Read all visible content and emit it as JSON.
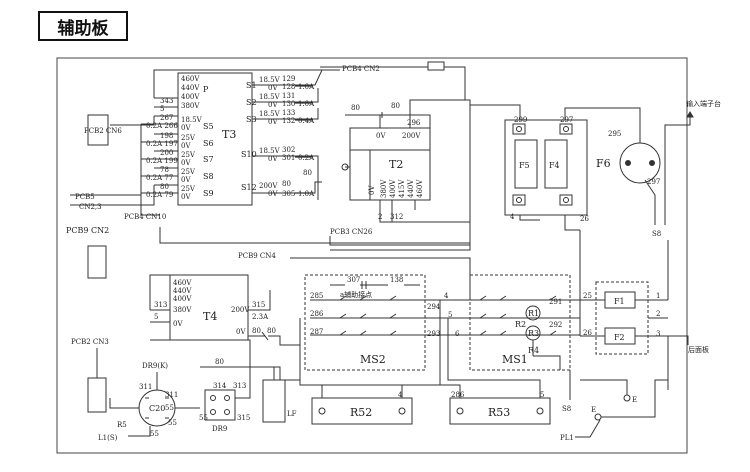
{
  "title": "辅助板",
  "t3": {
    "name": "T3",
    "primary": [
      "460V",
      "440V",
      "400V",
      "380V"
    ],
    "p": "P",
    "left_taps": [
      {
        "w1": "343",
        "w2": "5"
      },
      {
        "w1": "267",
        "w2": "0.2A 266",
        "v": "18.5V",
        "g": "0V",
        "s": "S5"
      },
      {
        "w1": "198",
        "w2": "0.2A 197",
        "v": "25V",
        "g": "0V",
        "s": "S6"
      },
      {
        "w1": "200",
        "w2": "0.2A 199",
        "v": "25V",
        "g": "0V",
        "s": "S7"
      },
      {
        "w1": "78",
        "w2": "0.2A 77",
        "v": "25V",
        "g": "0V",
        "s": "S8"
      },
      {
        "w1": "80",
        "w2": "0.2A 79",
        "v": "25V",
        "g": "0V",
        "s": "S9"
      }
    ],
    "right_taps": [
      {
        "s": "S1",
        "v": "18.5V",
        "g": "0V",
        "w1": "129",
        "w2": "128",
        "f": "1.0A"
      },
      {
        "s": "S2",
        "v": "18.5V",
        "g": "0V",
        "w1": "131",
        "w2": "130",
        "f": "1.0A"
      },
      {
        "s": "S3",
        "v": "18.5V",
        "g": "0V",
        "w1": "133",
        "w2": "132",
        "f": "0.4A"
      },
      {
        "s": "S10",
        "v": "18.5V",
        "g": "0V",
        "w1": "302",
        "w2": "301",
        "f": "0.2A"
      },
      {
        "s": "S12",
        "v": "200V",
        "g": "0V",
        "w1": "80",
        "w2": "305",
        "f": "1.0A",
        "w3": "80"
      }
    ]
  },
  "t2": {
    "name": "T2",
    "taps": [
      "0V",
      "380V",
      "400V",
      "415V",
      "440V",
      "460V"
    ],
    "top_labels": [
      "0V",
      "200V"
    ],
    "w_left": "80",
    "w_mid": "80",
    "w_296": "296",
    "w_bottom": [
      "2",
      "312"
    ]
  },
  "t4": {
    "name": "T4",
    "primary": [
      "460V",
      "440V",
      "400V",
      "380V",
      "0V"
    ],
    "left_wires": [
      "313",
      "5"
    ],
    "v200": "200V",
    "v0": "0V",
    "w315": "315",
    "f": "2.3A",
    "w80a": "80",
    "w80b": "80",
    "w80c": "80"
  },
  "labels": {
    "pcb4_cn2": "PCB4 CN2",
    "pcb2_cn6": "PCB2 CN6",
    "pcb5": "PCB5",
    "cn23": "CN2,3",
    "pcb4_cn10": "PCB4 CN10",
    "pcb9_cn2": "PCB9 CN2",
    "pcb3_cn26": "PCB3 CN26",
    "pcb9_cn4": "PCB9 CN4",
    "pcb2_cn3": "PCB2 CN3",
    "input_terminal": "输入端子台",
    "rear_panel": "后面板",
    "dr9k": "DR9(K)",
    "dr9": "DR9",
    "c20": "C20",
    "r5": "R5",
    "l1s": "L1(S)",
    "lf": "LF",
    "s8": "S8",
    "s8n": "S8",
    "pl1": "PL1",
    "e1": "E",
    "e2": "E",
    "w26": "26",
    "w4": "4",
    "w5": "5",
    "w6": "6",
    "w4b": "4",
    "w285": "285",
    "w286": "286",
    "w287": "287",
    "w294": "294",
    "w293": "293",
    "w291": "291",
    "w292": "292",
    "c20_wires": [
      "311",
      "311",
      "55",
      "55",
      "55"
    ],
    "dr9_wires": [
      "314",
      "313",
      "55",
      "315"
    ]
  },
  "fuses": {
    "f5": "F5",
    "f4": "F4",
    "f6": "F6",
    "w299": "299",
    "w297": "297",
    "w295": "295",
    "w297b": "297",
    "f1": "F1",
    "f2": "F2",
    "w25": "25",
    "w26b": "26",
    "pins": [
      "1",
      "2",
      "3"
    ]
  },
  "ms2": {
    "name": "MS2",
    "w307": "307",
    "w138": "138",
    "aux": "a辅助接点"
  },
  "ms1": {
    "name": "MS1",
    "r1": "R1",
    "r2": "R2",
    "r3": "R3",
    "r4": "R4"
  },
  "resistors": {
    "r52": "R52",
    "r53": "R53",
    "w4": "4",
    "w286": "286",
    "w5": "5"
  }
}
